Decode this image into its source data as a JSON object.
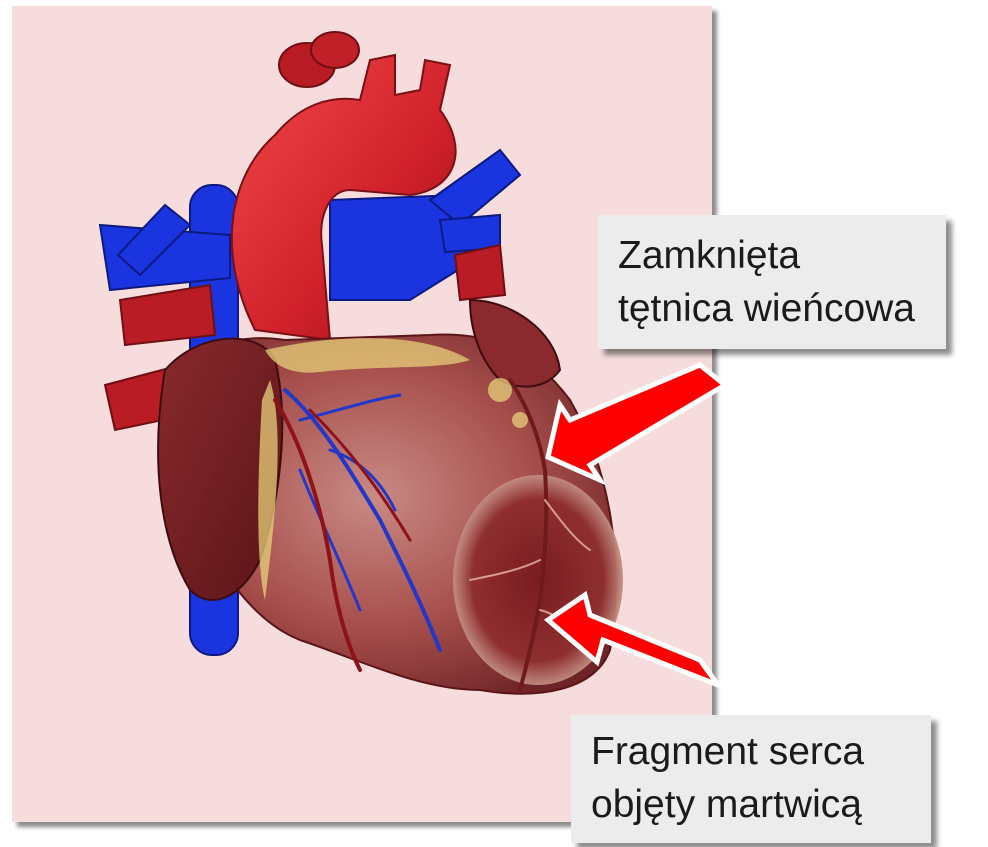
{
  "labels": {
    "top": {
      "line1": "Zamknięta",
      "line2": "tętnica wieńcowa"
    },
    "bottom": {
      "line1": "Fragment serca",
      "line2": "objęty martwicą"
    }
  },
  "colors": {
    "panel_background": "#f6dcdc",
    "arrow": "#ff0000",
    "artery": "#d8232a",
    "vein": "#1a35e0",
    "heart_muscle": "#9a3e40",
    "necrosis": "#7a1f22",
    "callout_background": "#ececec"
  }
}
